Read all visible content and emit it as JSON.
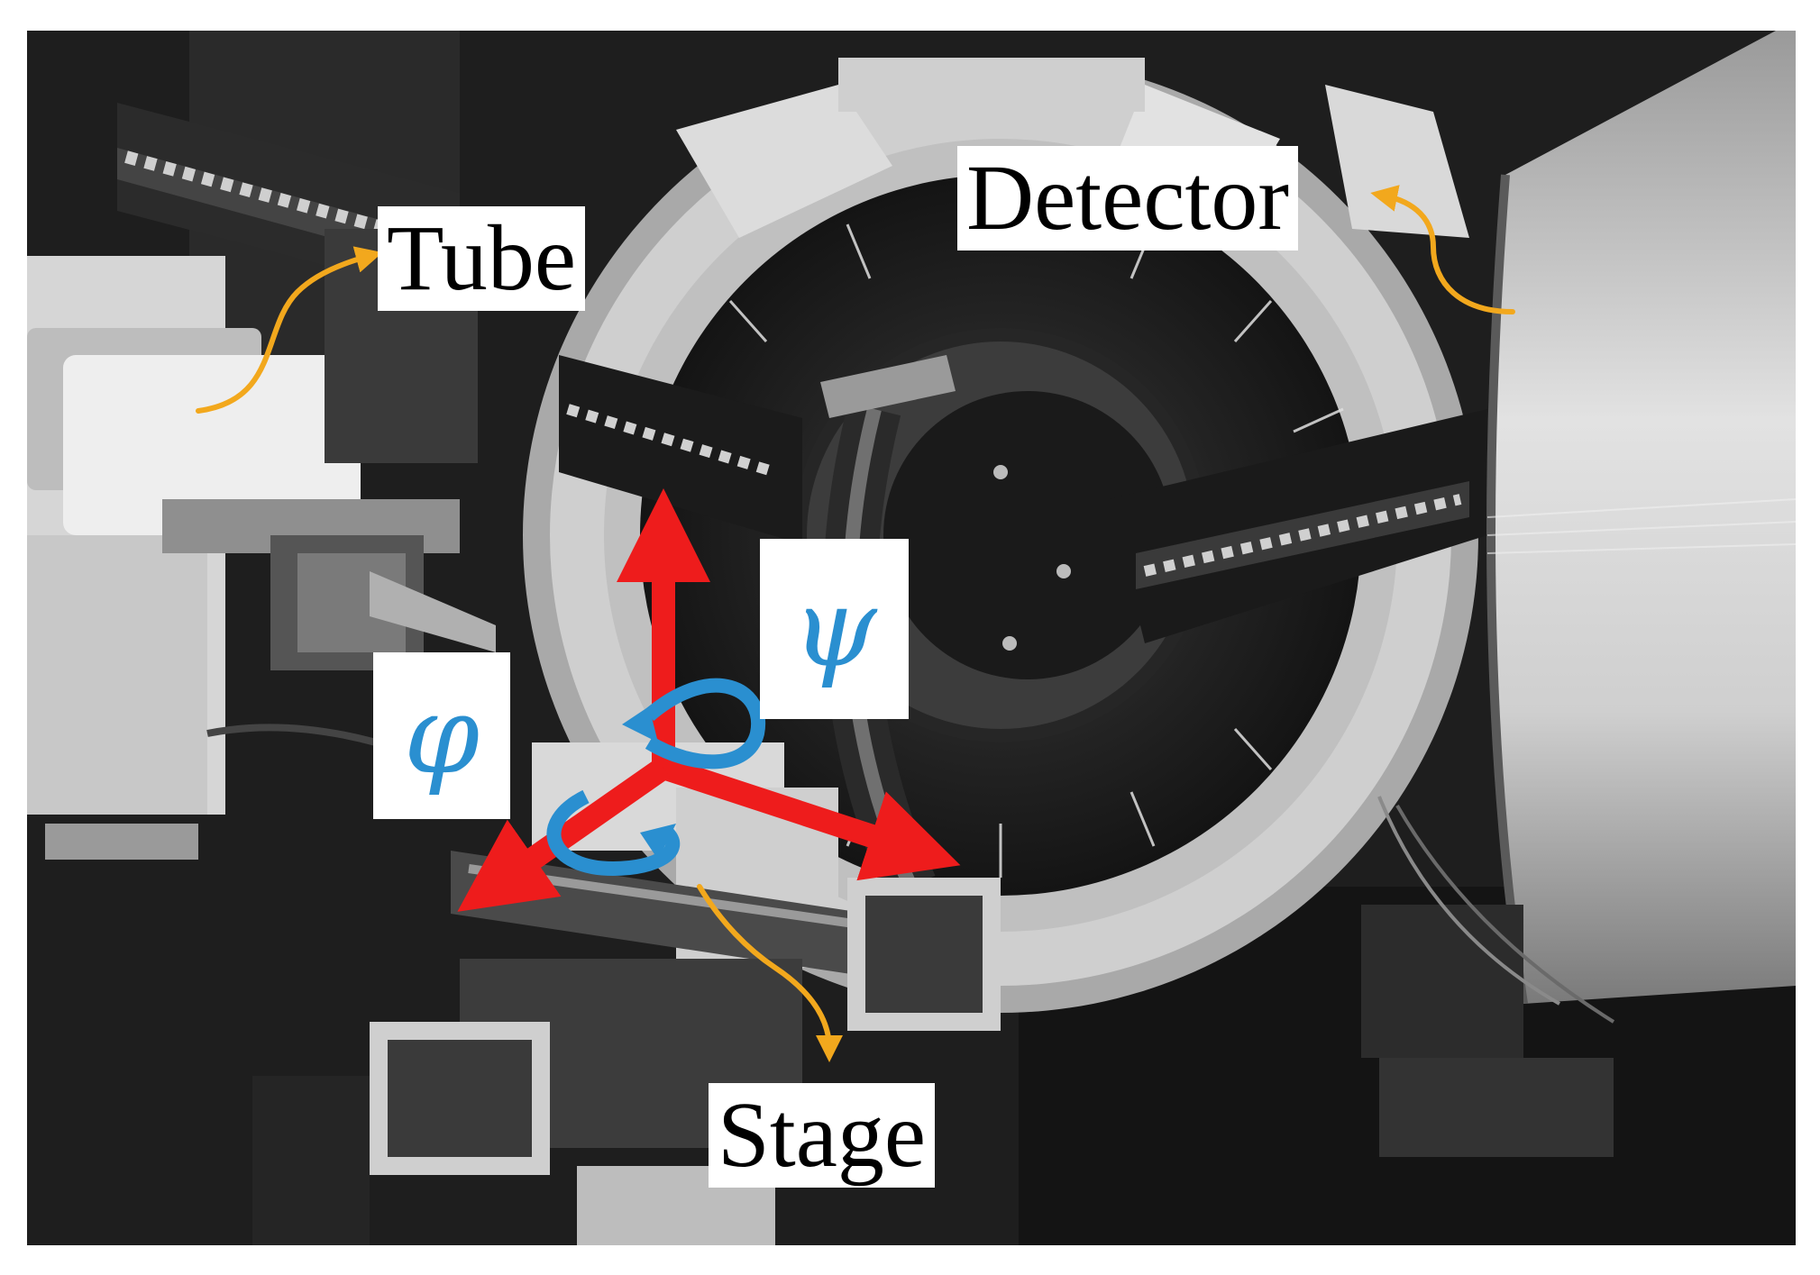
{
  "labels": {
    "tube": "Tube",
    "detector": "Detector",
    "stage": "Stage",
    "psi": "ψ",
    "phi": "φ"
  },
  "colors": {
    "axis_arrows": "#ee1c1c",
    "rotation_arrows": "#2a8fd0",
    "pointer_arrows": "#f2a81d"
  }
}
